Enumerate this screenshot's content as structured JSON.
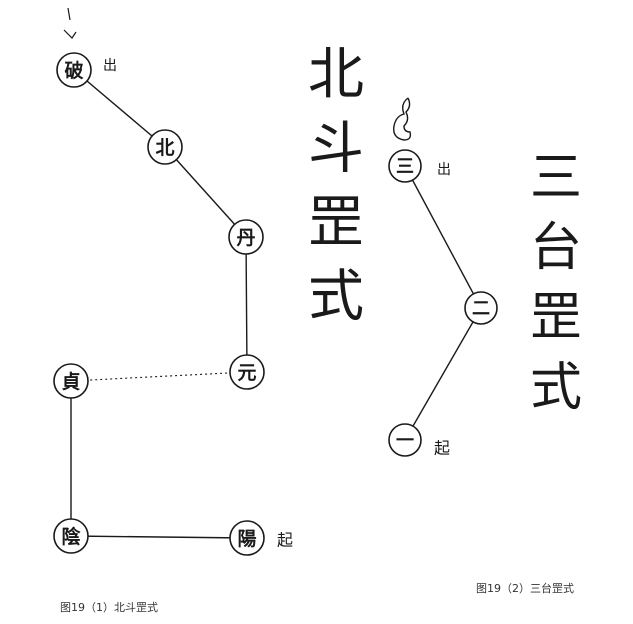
{
  "beidou": {
    "title": "北斗罡式",
    "stars": [
      {
        "id": "po",
        "label": "破"
      },
      {
        "id": "bei",
        "label": "北"
      },
      {
        "id": "dan",
        "label": "丹"
      },
      {
        "id": "yuan",
        "label": "元"
      },
      {
        "id": "zhen",
        "label": "貞"
      },
      {
        "id": "yin",
        "label": "陰"
      },
      {
        "id": "yang",
        "label": "陽"
      }
    ],
    "start_label": "起",
    "end_label": "出",
    "caption": "图19（1）北斗罡式"
  },
  "santai": {
    "title": "三台罡式",
    "stars": [
      {
        "id": "third",
        "label": "三"
      },
      {
        "id": "second",
        "label": "二"
      },
      {
        "id": "first",
        "label": "一"
      }
    ],
    "start_label": "起",
    "end_label": "出",
    "caption": "图19（2）三台罡式"
  },
  "colors": {
    "ink": "#1a1a1a",
    "caption": "#333333",
    "background": "#ffffff"
  }
}
